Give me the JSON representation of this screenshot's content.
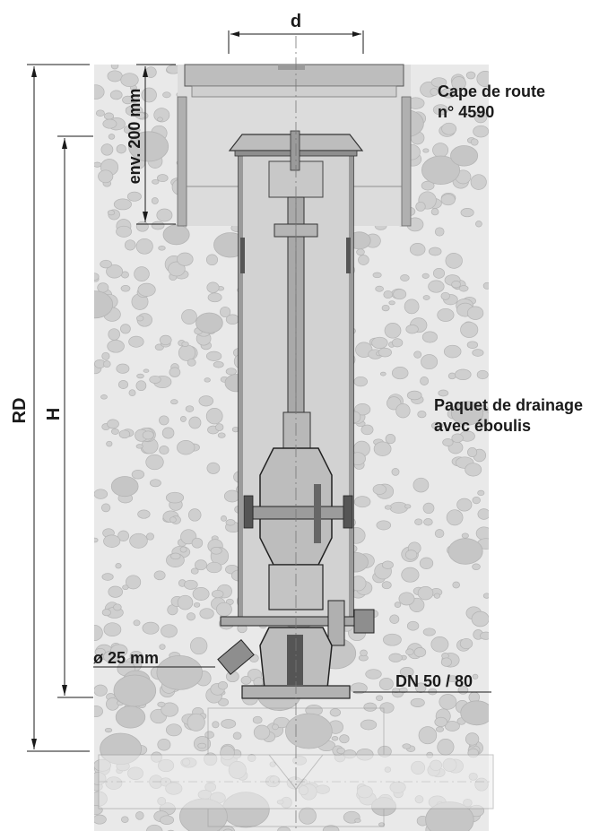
{
  "labels": {
    "d": "d",
    "rd": "RD",
    "h": "H",
    "depth": "env. 200 mm",
    "road_cap_line1": "Cape de route",
    "road_cap_line2": "n° 4590",
    "drain_line1": "Paquet de drainage",
    "drain_line2": "avec éboulis",
    "diameter": "ø 25 mm",
    "dn": "DN 50 / 80"
  },
  "colors": {
    "soil": "#e9e9e9",
    "pebble": "#cfcfcf",
    "pebble_stroke": "#b4b4b4",
    "metal": "#bdbdbd",
    "metal_dark": "#8e8e8e",
    "line": "#1a1a1a",
    "tube_interior": "#d2d2d2",
    "ghost": "#c8c8c8"
  }
}
